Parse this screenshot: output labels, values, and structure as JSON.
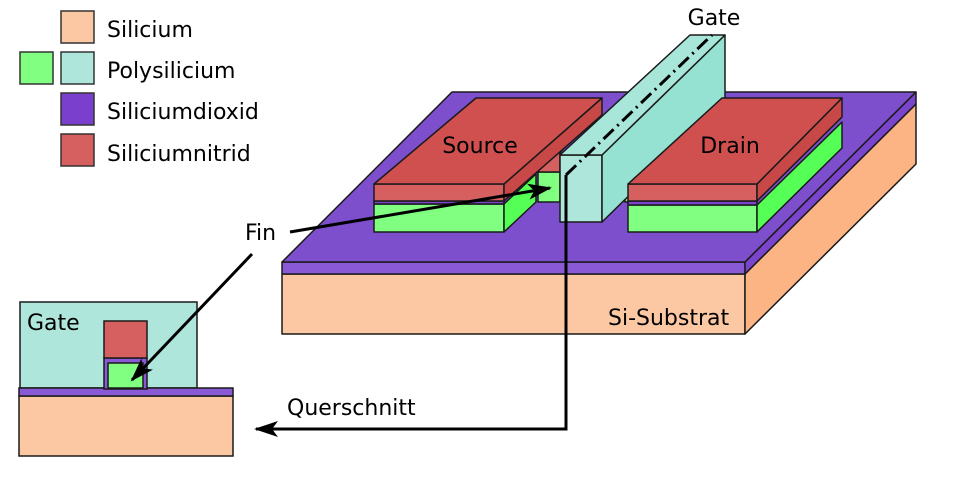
{
  "legend": {
    "items": [
      {
        "label": "Silicium",
        "color": "#fcc8a4"
      },
      {
        "label": "Polysilicium",
        "color": "#afe6dc",
        "extra_color": "#80ff80"
      },
      {
        "label": "Siliciumdioxid",
        "color": "#7a3fcc"
      },
      {
        "label": "Siliciumnitrid",
        "color": "#d66060"
      }
    ]
  },
  "labels": {
    "gate_top": "Gate",
    "source": "Source",
    "drain": "Drain",
    "substrate": "Si-Substrat",
    "fin": "Fin",
    "cross_section": "Querschnitt",
    "gate_cross": "Gate"
  },
  "colors": {
    "silicon_front": "#fcc8a4",
    "silicon_side": "#fcb484",
    "oxide_top": "#7d4fcc",
    "oxide_front": "#8a5ad6",
    "nitride_top": "#d05050",
    "nitride_front": "#d66060",
    "nitride_side": "#c84848",
    "fin_front": "#80ff80",
    "fin_side": "#55ff55",
    "poly_front": "#afe6dc",
    "poly_top": "#95e2d2"
  }
}
